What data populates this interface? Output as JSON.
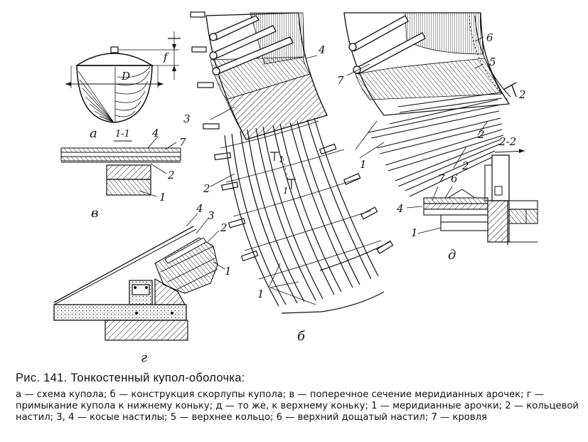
{
  "figure": {
    "labels": {
      "a": "а",
      "b": "б",
      "v": "в",
      "g": "г",
      "d": "д",
      "section_1_1": "1-1",
      "section_2_2": "2-2",
      "D": "D",
      "f": "f",
      "one": "1",
      "two": "2",
      "three": "3",
      "four": "4",
      "five": "5",
      "six": "6",
      "seven": "7"
    }
  },
  "caption": {
    "title": "Рис. 141. Тонкостенный купол-оболочка:",
    "legend": "а — схема купола; б — конструкция скорлупы купола; в — поперечное сечение меридианных арочек; г — примыкание купола к нижнему коньку; д — то же, к верхнему коньку; 1 — меридианные арочки; 2 — кольцевой настил; 3, 4 — косые настилы; 5 — верхнее кольцо; 6 — верхний дощатый настил; 7 — кровля"
  }
}
